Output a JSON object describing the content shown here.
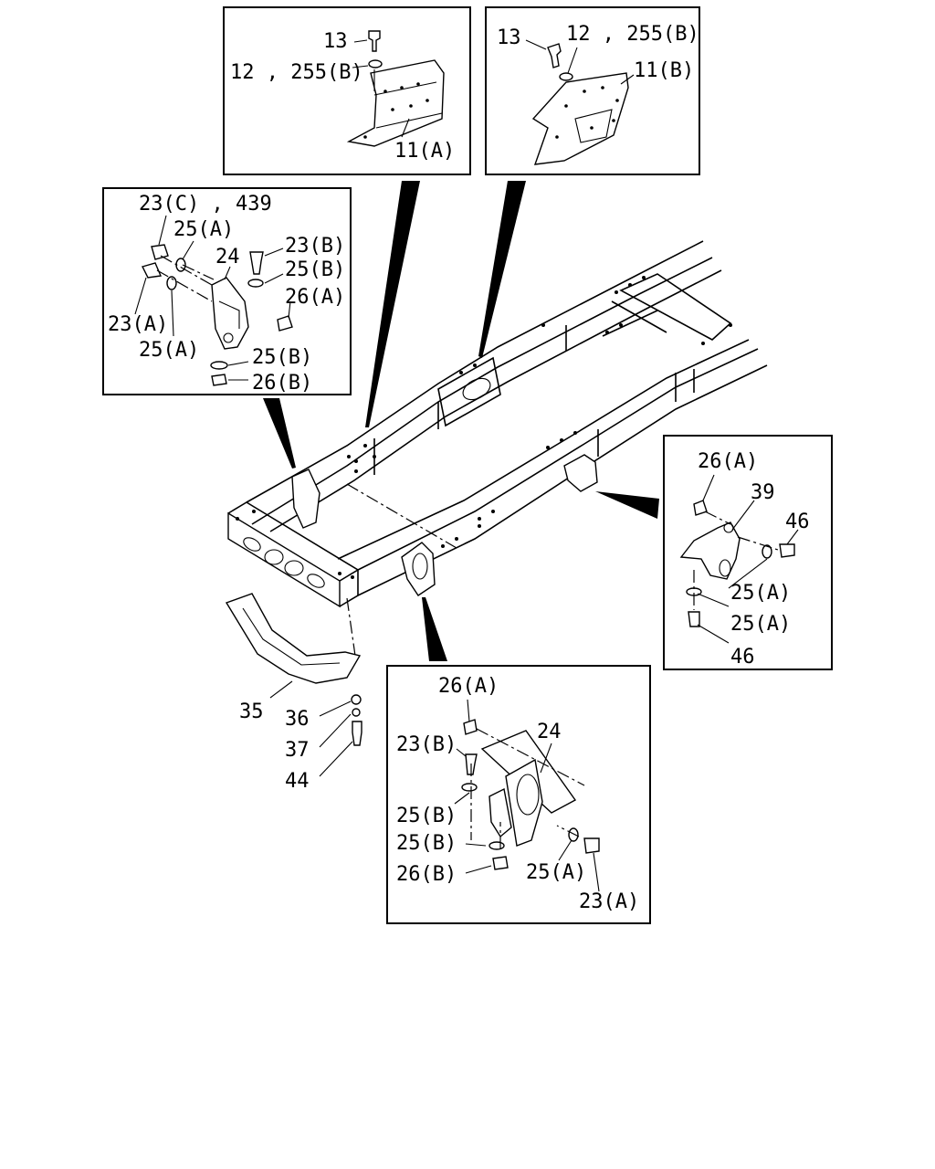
{
  "detail_a": {
    "labels": [
      "13",
      "12 , 255(B)",
      "11(A)"
    ]
  },
  "detail_b": {
    "labels": [
      "13",
      "12 , 255(B)",
      "11(B)"
    ]
  },
  "detail_c": {
    "labels": [
      "23(C) , 439",
      "25(A)",
      "24",
      "23(B)",
      "25(B)",
      "26(A)",
      "23(A)",
      "25(A)",
      "25(B)",
      "26(B)"
    ]
  },
  "detail_d": {
    "labels": [
      "26(A)",
      "39",
      "46",
      "25(A)",
      "25(A)",
      "46"
    ]
  },
  "detail_e": {
    "labels": [
      "26(A)",
      "24",
      "23(B)",
      "25(B)",
      "25(B)",
      "26(B)",
      "25(A)",
      "23(A)"
    ]
  },
  "main": {
    "labels": [
      "35",
      "36",
      "37",
      "44"
    ]
  }
}
